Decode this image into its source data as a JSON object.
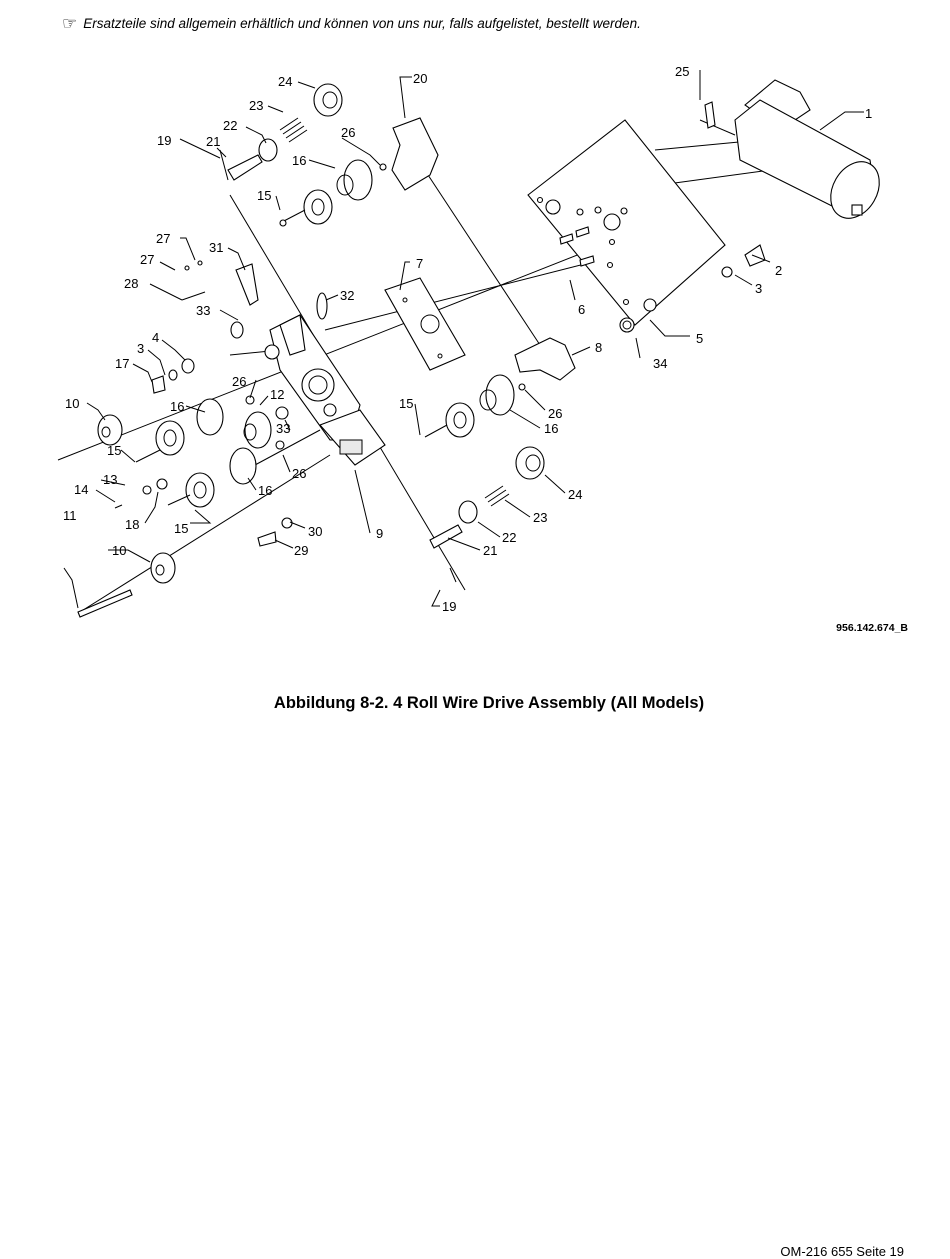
{
  "note": {
    "icon": "pointing-hand-icon",
    "text": "Ersatzteile sind allgemein erhältlich und können von uns nur, falls aufgelistet, bestellt werden."
  },
  "diagram": {
    "callouts": [
      "1",
      "2",
      "3",
      "3",
      "4",
      "5",
      "6",
      "7",
      "8",
      "9",
      "10",
      "10",
      "11",
      "12",
      "13",
      "14",
      "15",
      "15",
      "15",
      "15",
      "16",
      "16",
      "16",
      "16",
      "17",
      "18",
      "19",
      "19",
      "20",
      "21",
      "21",
      "22",
      "22",
      "23",
      "23",
      "24",
      "24",
      "25",
      "26",
      "26",
      "26",
      "26",
      "27",
      "27",
      "28",
      "29",
      "30",
      "31",
      "32",
      "33",
      "33",
      "34"
    ]
  },
  "drawing_number": "956.142.674_B",
  "caption": "Abbildung 8-2. 4 Roll Wire Drive Assembly (All Models)",
  "footer": "OM-216 655 Seite 19"
}
